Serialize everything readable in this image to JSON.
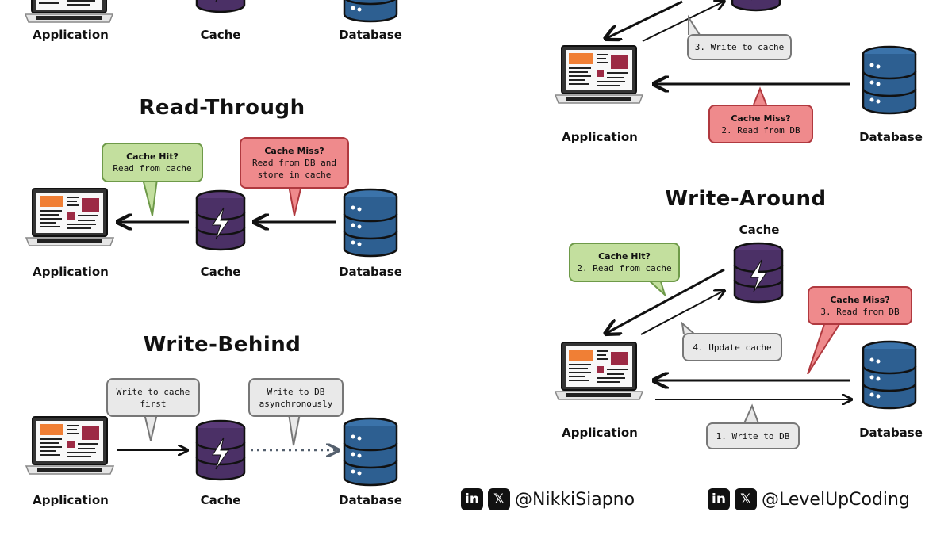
{
  "labels": {
    "application": "Application",
    "cache": "Cache",
    "database": "Database"
  },
  "read_through": {
    "title": "Read-Through",
    "hit_title": "Cache Hit?",
    "hit_text": "Read from cache",
    "miss_title": "Cache Miss?",
    "miss_text": "Read from DB and store in cache"
  },
  "write_behind": {
    "title": "Write-Behind",
    "bubble1": "Write to cache first",
    "bubble2": "Write to DB asynchronously"
  },
  "top_right": {
    "write_cache": "3. Write to cache",
    "miss_title": "Cache Miss?",
    "miss_text": "2. Read from DB"
  },
  "write_around": {
    "title": "Write-Around",
    "hit_title": "Cache Hit?",
    "hit_text": "2. Read from cache",
    "update": "4. Update cache",
    "miss_title": "Cache Miss?",
    "miss_text": "3. Read from DB",
    "write_db": "1. Write to DB"
  },
  "social": {
    "handle1": "@NikkiSiapno",
    "handle2": "@LevelUpCoding",
    "linkedin_icon": "in",
    "x_icon": "𝕏"
  },
  "colors": {
    "cache": "#4b3066",
    "database": "#2d5f91",
    "green_bubble": "#c3df9e",
    "red_bubble": "#ef8a8c",
    "gray_bubble": "#e9e9e9"
  }
}
